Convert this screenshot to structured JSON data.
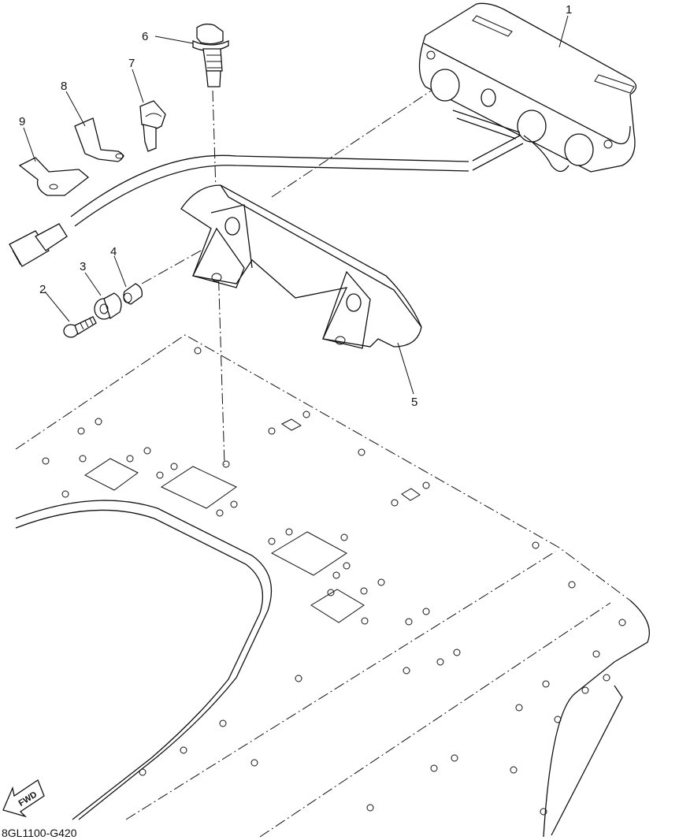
{
  "diagram_code": "8GL1100-G420",
  "fwd_label": "FWD",
  "callouts": {
    "c1": "1",
    "c2": "2",
    "c3": "3",
    "c4": "4",
    "c5": "5",
    "c6": "6",
    "c7": "7",
    "c8": "8",
    "c9": "9"
  }
}
